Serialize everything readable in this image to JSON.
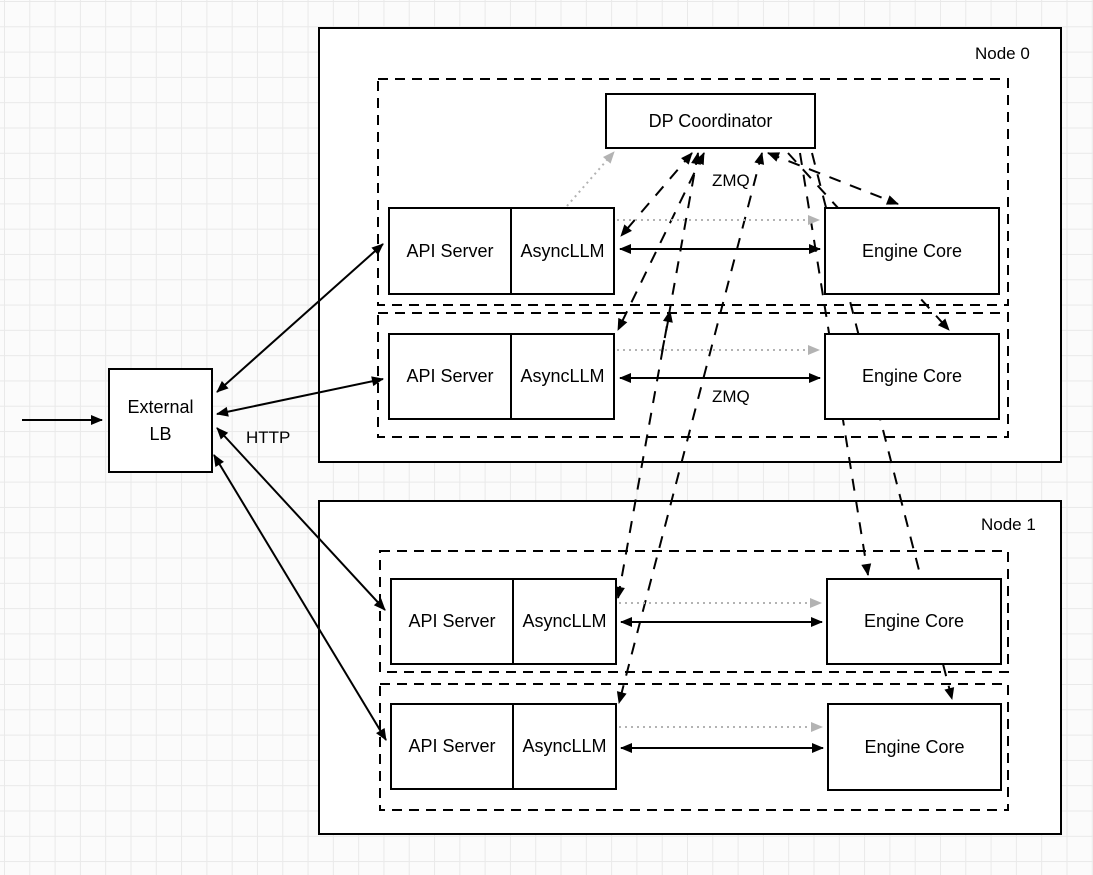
{
  "external_lb": {
    "line1": "External",
    "line2": "LB"
  },
  "dp_coordinator": {
    "label": "DP Coordinator"
  },
  "nodes": [
    {
      "label": "Node 0",
      "rows": [
        {
          "api_server": "API Server",
          "async_llm": "AsyncLLM",
          "engine_core": "Engine Core"
        },
        {
          "api_server": "API Server",
          "async_llm": "AsyncLLM",
          "engine_core": "Engine Core"
        }
      ]
    },
    {
      "label": "Node 1",
      "rows": [
        {
          "api_server": "API Server",
          "async_llm": "AsyncLLM",
          "engine_core": "Engine Core"
        },
        {
          "api_server": "API Server",
          "async_llm": "AsyncLLM",
          "engine_core": "Engine Core"
        }
      ]
    }
  ],
  "edge_labels": {
    "zmq_coordinator": "ZMQ",
    "zmq_row": "ZMQ",
    "http": "HTTP"
  },
  "colors": {
    "line": "#000000",
    "dotted": "#b3b3b3",
    "box_fill": "#ffffff"
  }
}
